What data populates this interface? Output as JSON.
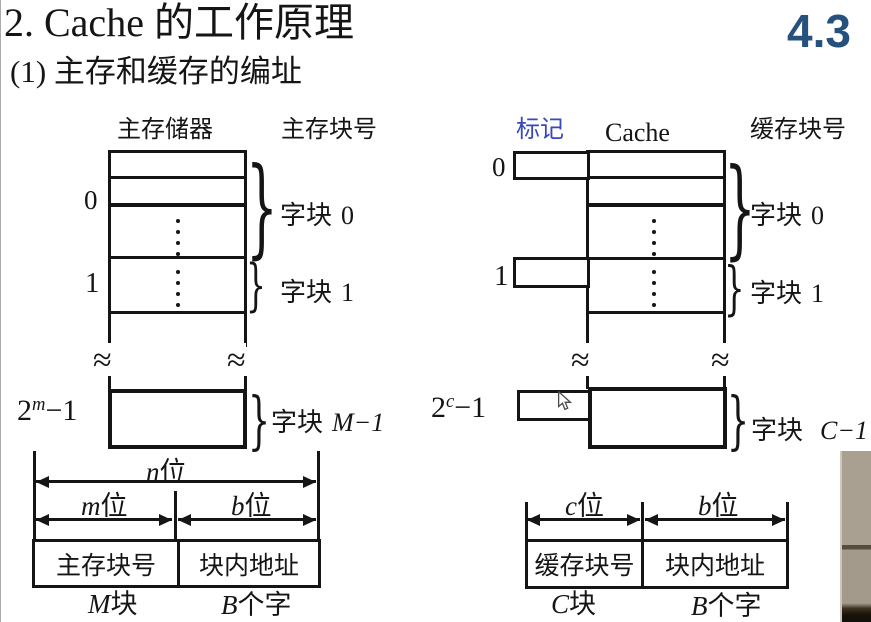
{
  "slide": {
    "title": "2. Cache 的工作原理",
    "subtitle": "(1) 主存和缓存的编址",
    "corner_number": "4.3"
  },
  "colors": {
    "corner_blue": "#26507e",
    "tag_blue": "#3a46c0",
    "line_black": "#151515"
  },
  "glyphs": {
    "brace": "}",
    "approx": "≈"
  },
  "main_memory": {
    "header": "主存储器",
    "block_no_header": "主存块号",
    "row0": "0",
    "row1": "1",
    "last_base": "2",
    "last_exp": "m",
    "last_tail": "−1",
    "brace0": {
      "prefix": "字块",
      "index": "0"
    },
    "brace1": {
      "prefix": "字块",
      "index": "1"
    },
    "braceLast": {
      "prefix": "字块",
      "index": "M−1"
    }
  },
  "cache": {
    "tag_header": "标记",
    "header": "Cache",
    "block_no_header": "缓存块号",
    "row0": "0",
    "row1": "1",
    "last_base": "2",
    "last_exp": "c",
    "last_tail": "−1",
    "brace0": {
      "prefix": "字块",
      "index": "0"
    },
    "brace1": {
      "prefix": "字块",
      "index": "1"
    },
    "braceLast": {
      "prefix": "字块",
      "index": "C−1"
    }
  },
  "mem_address": {
    "total_var": "n",
    "total_unit": "位",
    "high_var": "m",
    "high_unit": "位",
    "low_var": "b",
    "low_unit": "位",
    "high_cell": "主存块号",
    "low_cell": "块内地址",
    "high_count_var": "M",
    "high_count_unit": "块",
    "low_count_var": "B",
    "low_count_unit": "个字"
  },
  "cache_address": {
    "high_var": "c",
    "high_unit": "位",
    "low_var": "b",
    "low_unit": "位",
    "high_cell": "缓存块号",
    "low_cell": "块内地址",
    "high_count_var": "C",
    "high_count_unit": "块",
    "low_count_var": "B",
    "low_count_unit": "个字"
  }
}
